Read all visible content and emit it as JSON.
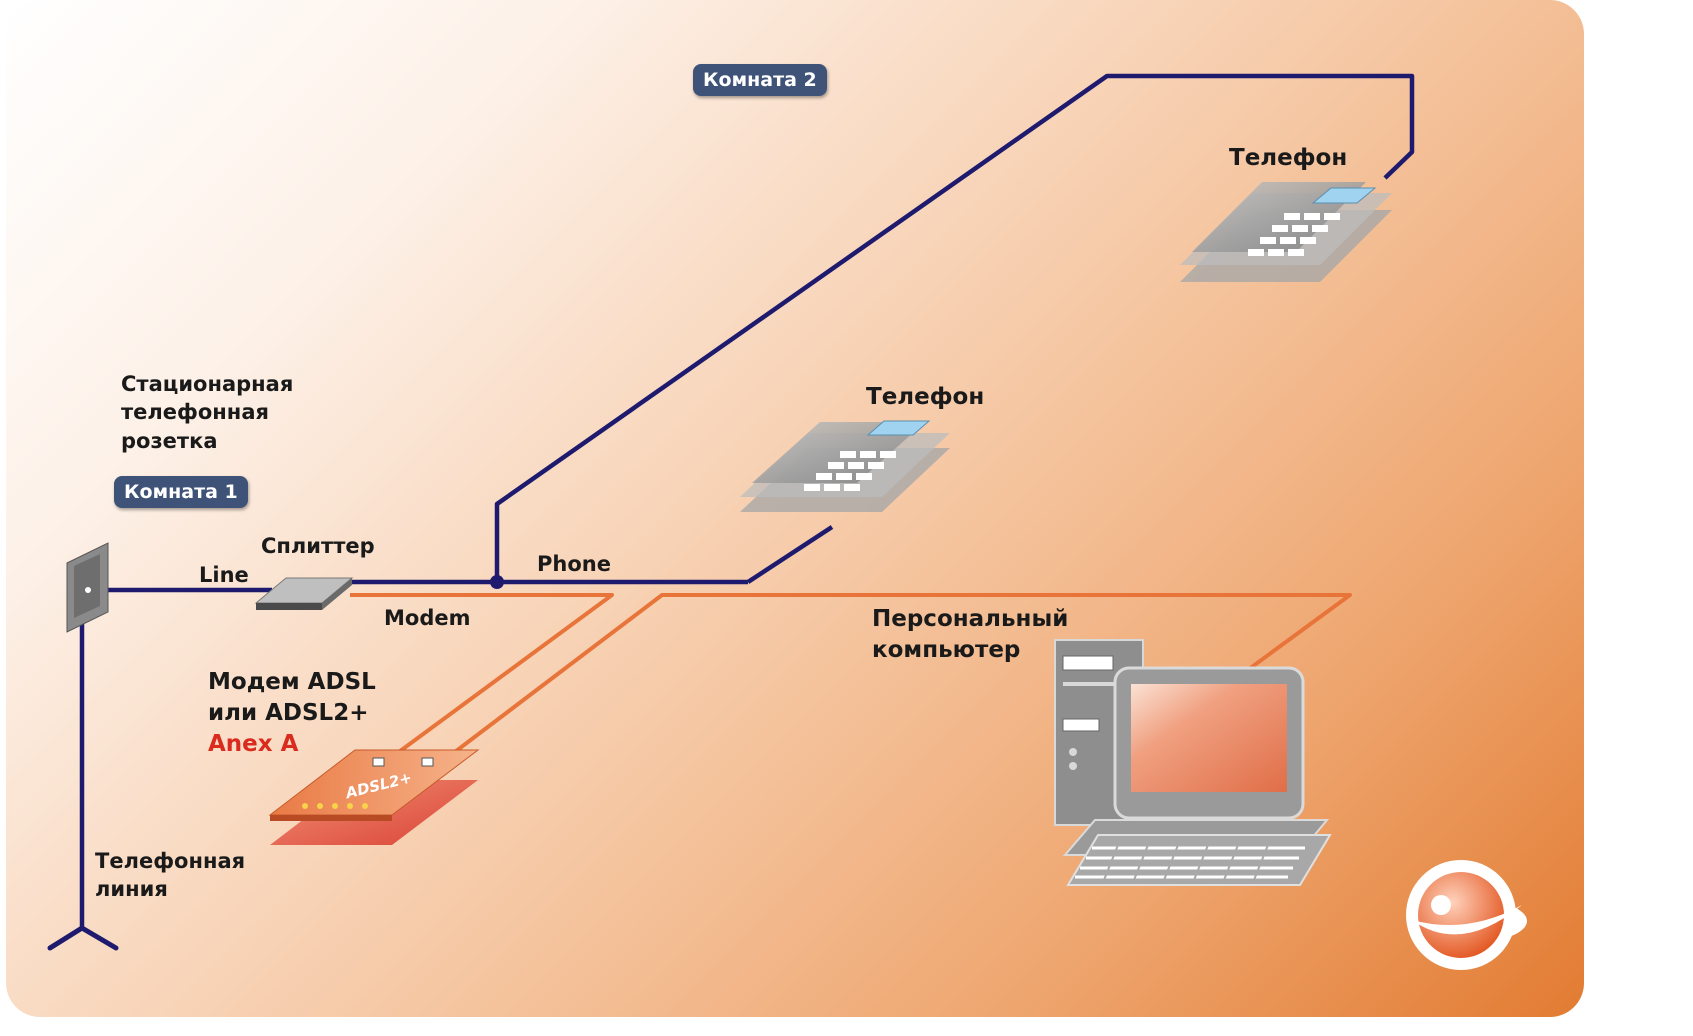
{
  "rooms": {
    "room1": "Комната 1",
    "room2": "Комната 2"
  },
  "labels": {
    "wall_socket": [
      "Стационарная",
      "телефонная",
      "розетка"
    ],
    "splitter": "Сплиттер",
    "line_port": "Line",
    "phone_port": "Phone",
    "modem_port": "Modem",
    "modem_title_1": "Модем ADSL",
    "modem_title_2": "или ADSL2+",
    "modem_annex": "Anex A",
    "modem_device_text": "ADSL2+",
    "phone_1": "Телефон",
    "phone_2": "Телефон",
    "pc": [
      "Персональный",
      "компьютер"
    ],
    "phone_line": [
      "Телефонная",
      "линия"
    ]
  },
  "colors": {
    "phone_wire": "#1e1a6e",
    "data_wire": "#e8743a",
    "badge_bg": "#3f5378",
    "annex_text": "#d92b1e",
    "device_gray": "#8a8a8a"
  },
  "icons": [
    "wall-socket-icon",
    "splitter-icon",
    "adsl-modem-icon",
    "desk-phone-icon",
    "desk-phone-icon",
    "personal-computer-icon",
    "antenna-icon",
    "brand-logo-icon"
  ]
}
